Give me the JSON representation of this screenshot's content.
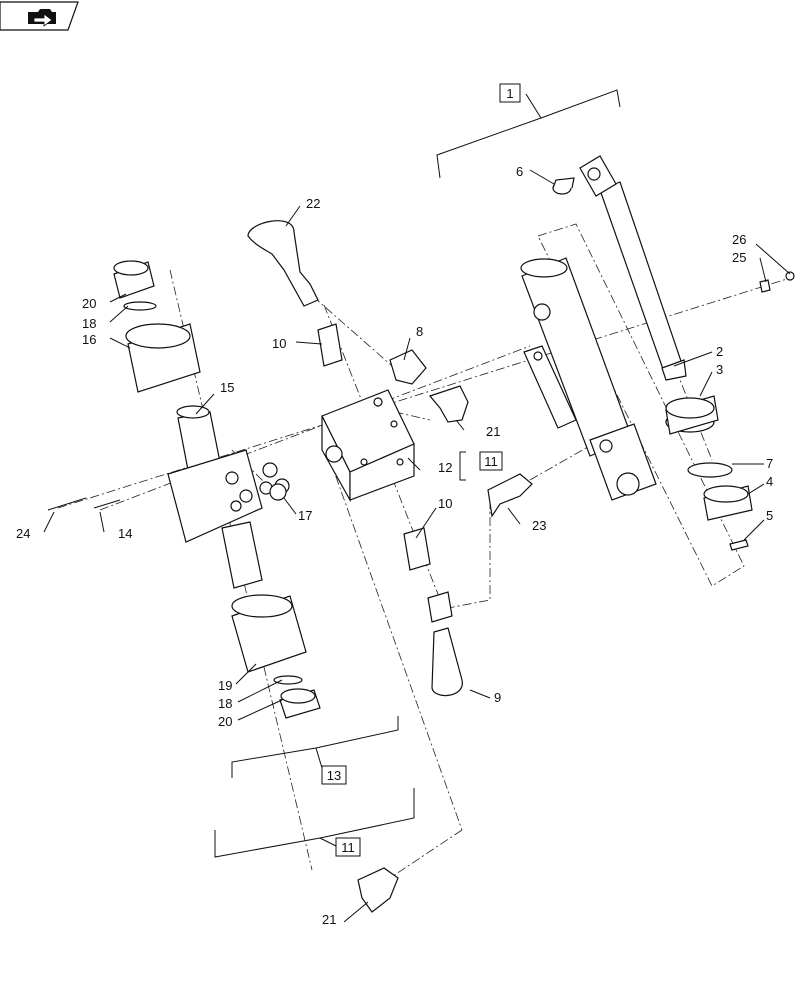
{
  "labels": {
    "l1": "1",
    "l2": "2",
    "l3": "3",
    "l4": "4",
    "l5": "5",
    "l6": "6",
    "l7": "7",
    "l8": "8",
    "l9": "9",
    "l10a": "10",
    "l10b": "10",
    "l11a": "11",
    "l11b": "11",
    "l12": "12",
    "l13": "13",
    "l14": "14",
    "l15": "15",
    "l16": "16",
    "l17": "17",
    "l18a": "18",
    "l18b": "18",
    "l19": "19",
    "l20a": "20",
    "l20b": "20",
    "l21a": "21",
    "l21b": "21",
    "l22": "22",
    "l23": "23",
    "l24": "24",
    "l25": "25",
    "l26": "26"
  },
  "icons": {
    "nav": "arrow-into-folder-icon"
  }
}
